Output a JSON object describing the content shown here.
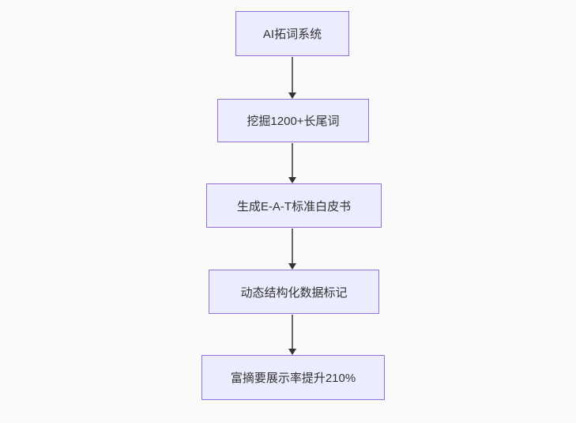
{
  "diagram": {
    "type": "flowchart",
    "direction": "top-down",
    "nodes": [
      {
        "id": "n1",
        "label": "AI拓词系统"
      },
      {
        "id": "n2",
        "label": "挖掘1200+长尾词"
      },
      {
        "id": "n3",
        "label": "生成E-A-T标准白皮书"
      },
      {
        "id": "n4",
        "label": "动态结构化数据标记"
      },
      {
        "id": "n5",
        "label": "富摘要展示率提升210%"
      }
    ],
    "edges": [
      {
        "from": "n1",
        "to": "n2"
      },
      {
        "from": "n2",
        "to": "n3"
      },
      {
        "from": "n3",
        "to": "n4"
      },
      {
        "from": "n4",
        "to": "n5"
      }
    ],
    "colors": {
      "background": "#fafafa",
      "node_fill": "#ececff",
      "node_border": "#9370db",
      "text": "#333333",
      "arrow_line": "#666666",
      "arrow_head": "#333333"
    }
  }
}
